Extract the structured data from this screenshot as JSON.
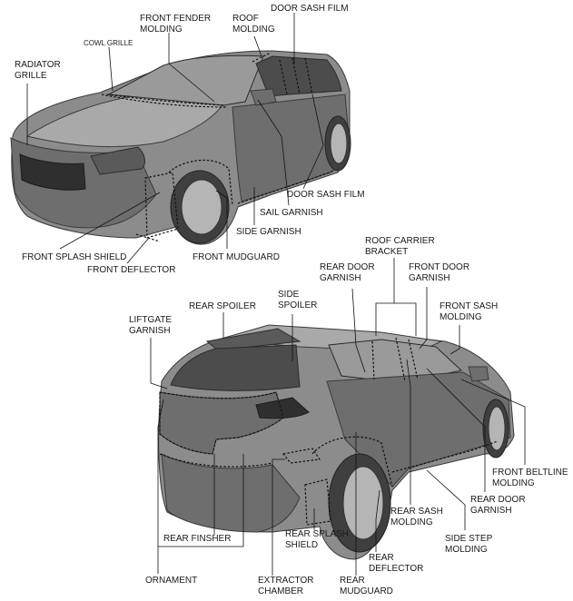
{
  "labels": {
    "front_fender_molding": [
      "FRONT FENDER",
      "MOLDING"
    ],
    "roof_molding": [
      "ROOF",
      "MOLDING"
    ],
    "door_sash_film_top": [
      "DOOR SASH FILM"
    ],
    "cowl_grille": [
      "COWL GRILLE"
    ],
    "radiator_grille": [
      "RADIATOR",
      "GRILLE"
    ],
    "door_sash_film_bottom": [
      "DOOR SASH FILM"
    ],
    "sail_garnish": [
      "SAIL GARNISH"
    ],
    "side_garnish": [
      "SIDE GARNISH"
    ],
    "front_splash_shield": [
      "FRONT SPLASH SHIELD"
    ],
    "front_mudguard": [
      "FRONT MUDGUARD"
    ],
    "front_deflector": [
      "FRONT DEFLECTOR"
    ],
    "roof_carrier_bracket": [
      "ROOF CARRIER",
      "BRACKET"
    ],
    "rear_door_garnish_top": [
      "REAR DOOR",
      "GARNISH"
    ],
    "front_door_garnish": [
      "FRONT DOOR",
      "GARNISH"
    ],
    "side_spoiler": [
      "SIDE",
      "SPOILER"
    ],
    "rear_spoiler": [
      "REAR SPOILER"
    ],
    "front_sash_molding": [
      "FRONT SASH",
      "MOLDING"
    ],
    "liftgate_garnish": [
      "LIFTGATE",
      "GARNISH"
    ],
    "front_beltline_molding": [
      "FRONT BELTLINE",
      "MOLDING"
    ],
    "rear_door_garnish_bottom": [
      "REAR DOOR",
      "GARNISH"
    ],
    "rear_sash_molding": [
      "REAR SASH",
      "MOLDING"
    ],
    "side_step_molding": [
      "SIDE STEP",
      "MOLDING"
    ],
    "rear_finsher": [
      "REAR FINSHER"
    ],
    "rear_splash_shield": [
      "REAR SPLASH",
      "SHIELD"
    ],
    "rear_deflector": [
      "REAR",
      "DEFLECTOR"
    ],
    "ornament": [
      "ORNAMENT"
    ],
    "extractor_chamber": [
      "EXTRACTOR",
      "CHAMBER"
    ],
    "rear_mudguard": [
      "REAR",
      "MUDGUARD"
    ]
  }
}
